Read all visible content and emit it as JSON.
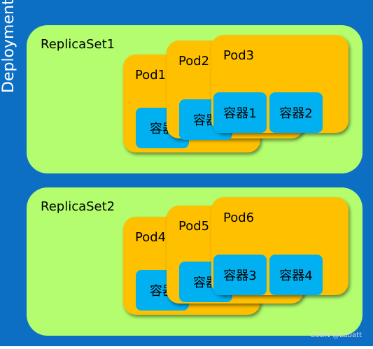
{
  "deployment": {
    "label": "Deployment"
  },
  "replicasets": [
    {
      "label": "ReplicaSet1",
      "pods": [
        {
          "label": "Pod1",
          "containers": [
            "容器"
          ]
        },
        {
          "label": "Pod2",
          "containers": [
            "容器"
          ]
        },
        {
          "label": "Pod3",
          "containers": [
            "容器1",
            "容器2"
          ]
        }
      ]
    },
    {
      "label": "ReplicaSet2",
      "pods": [
        {
          "label": "Pod4",
          "containers": [
            "容器"
          ]
        },
        {
          "label": "Pod5",
          "containers": [
            "容器"
          ]
        },
        {
          "label": "Pod6",
          "containers": [
            "容器3",
            "容器4"
          ]
        }
      ]
    }
  ],
  "watermark": "CSDN @Labatt",
  "colors": {
    "deployment": "#0d6fc4",
    "replicaset": "#b3fd6e",
    "pod": "#ffc000",
    "container": "#00b0f0"
  }
}
